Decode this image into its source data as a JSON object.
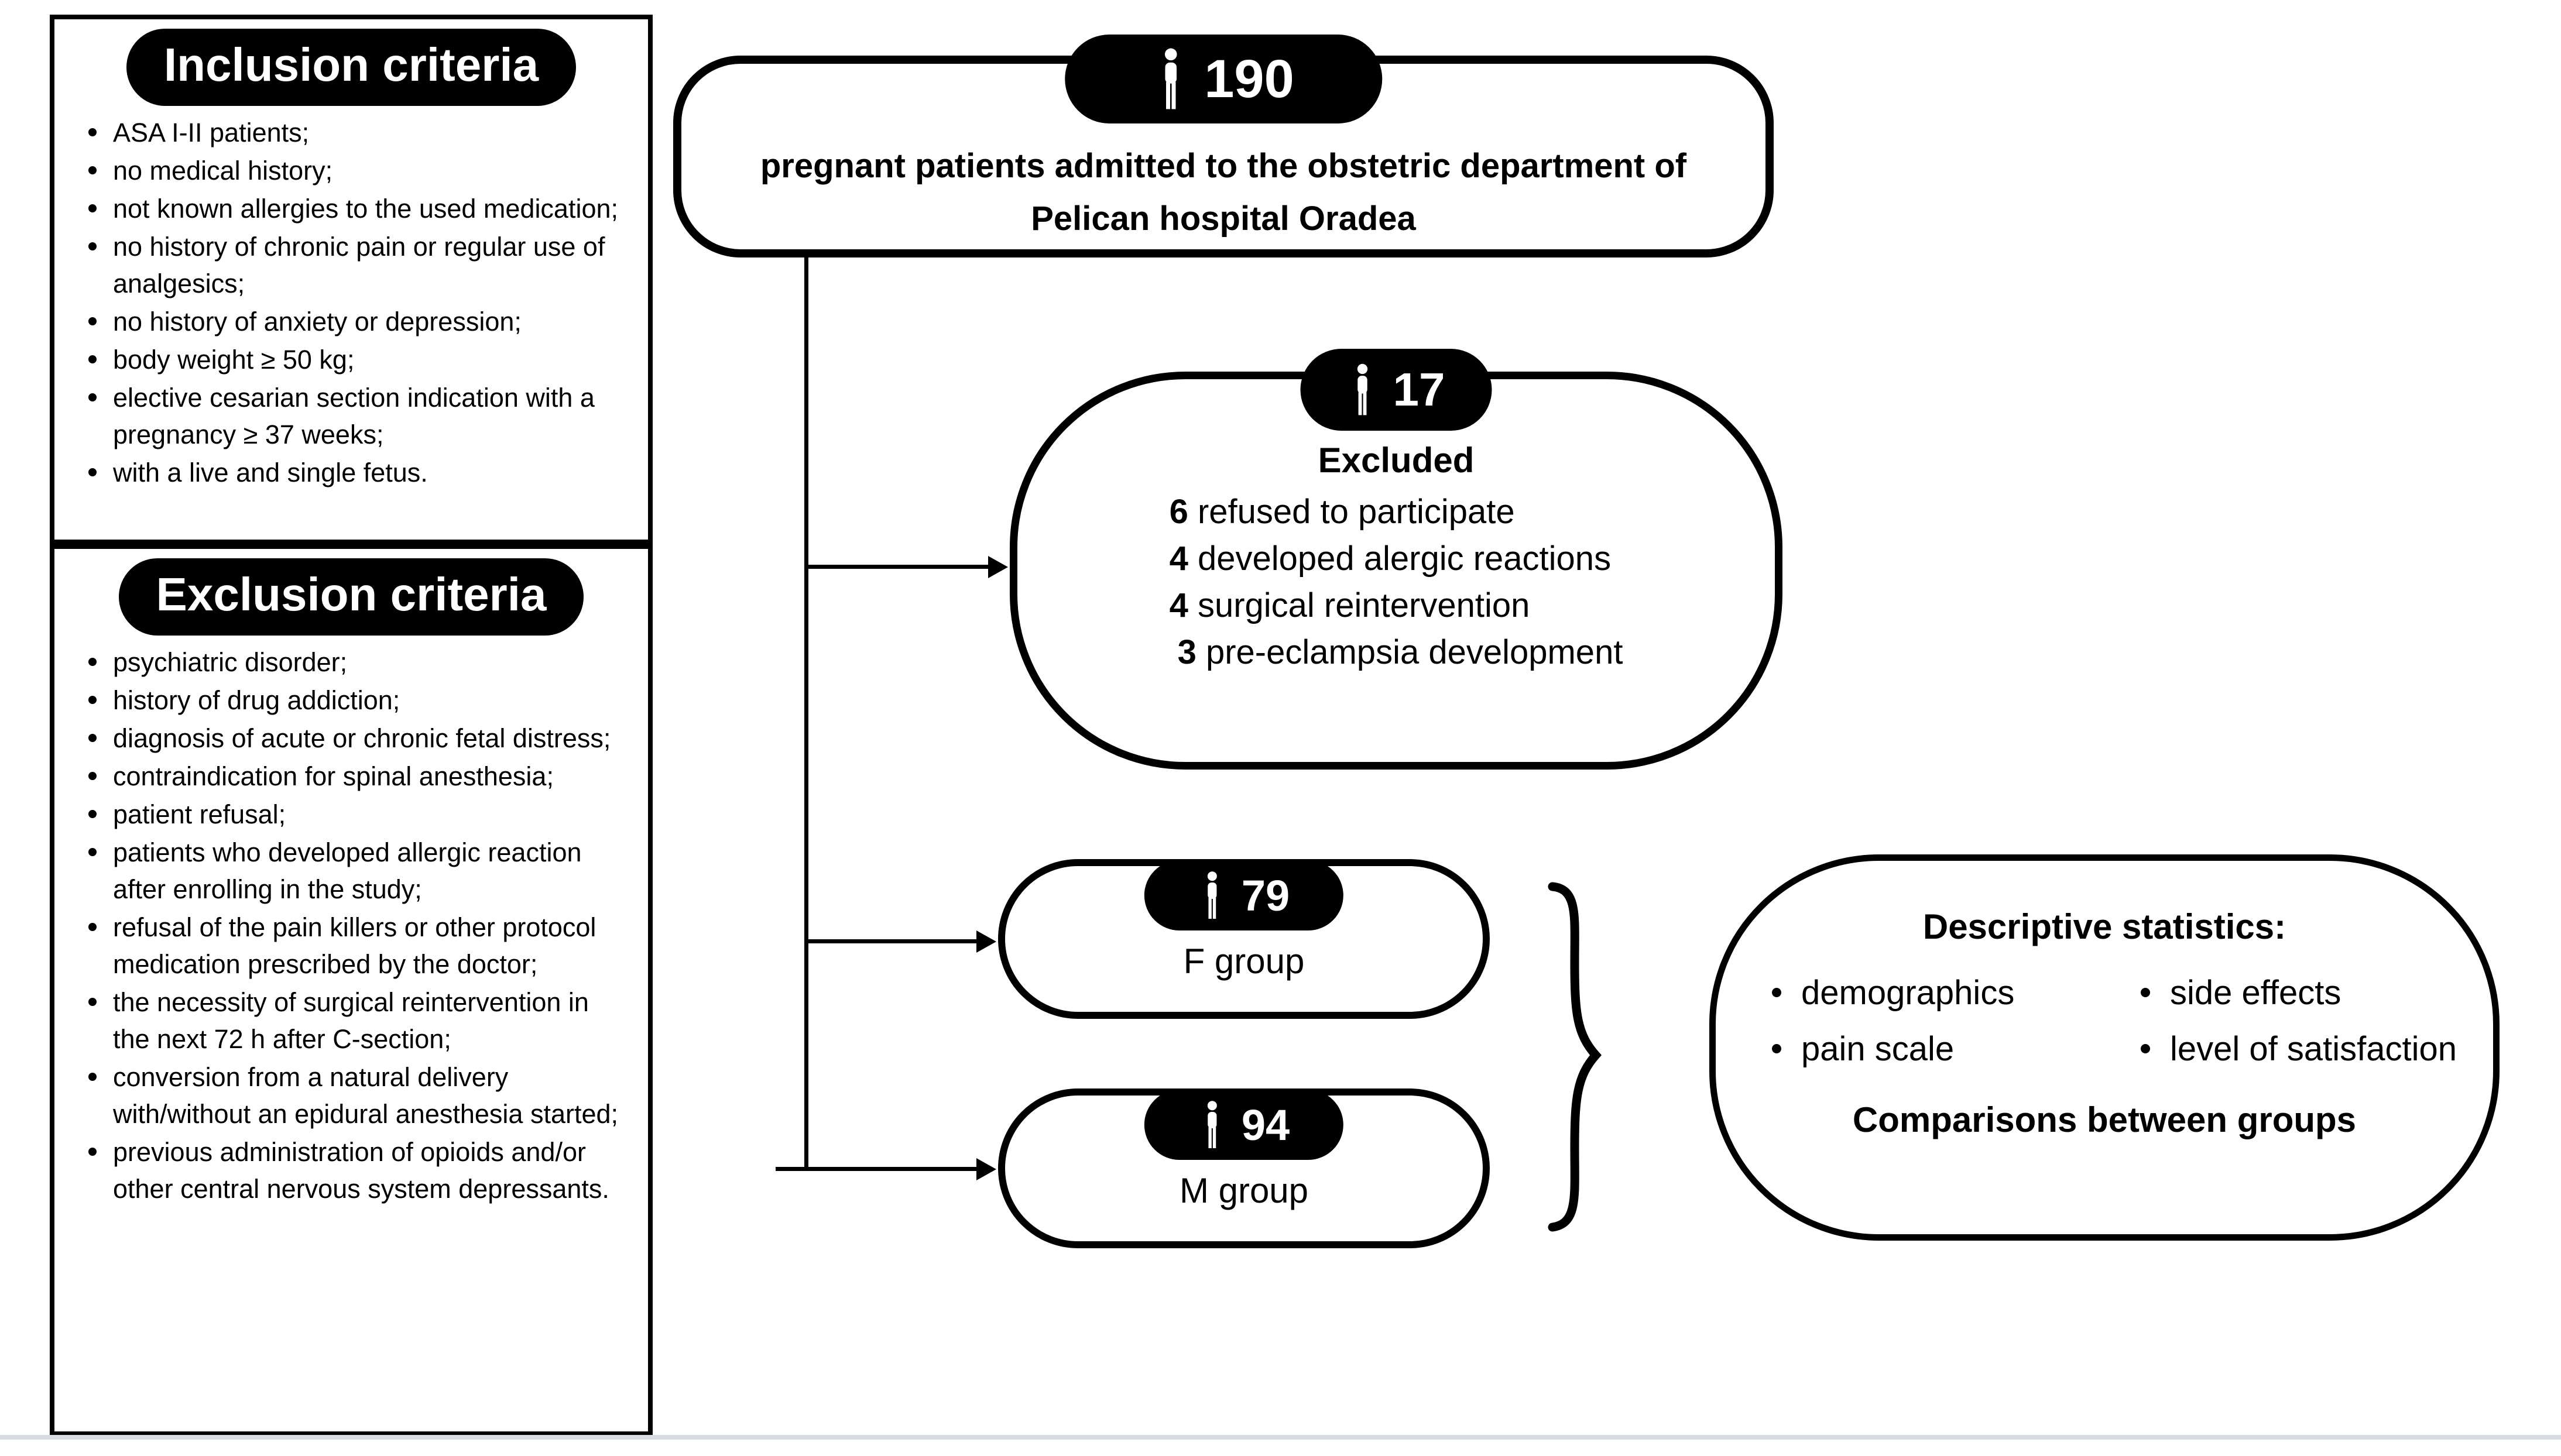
{
  "criteria": {
    "inclusion": {
      "title": "Inclusion criteria",
      "items": [
        "ASA I-II patients;",
        "no medical history;",
        "not known allergies to the used medication;",
        "no history of chronic pain or regular use of analgesics;",
        "no history of anxiety or depression;",
        "body weight ≥ 50 kg;",
        "elective cesarian section indication with a pregnancy ≥ 37 weeks;",
        "with a live and single fetus."
      ]
    },
    "exclusion": {
      "title": "Exclusion criteria",
      "items": [
        "psychiatric disorder;",
        "history of drug addiction;",
        "diagnosis of acute or chronic fetal distress;",
        "contraindication for spinal anesthesia;",
        "patient refusal;",
        "patients who developed allergic reaction after enrolling in the study;",
        "refusal of the pain killers or other protocol medication prescribed by the doctor;",
        "the necessity of surgical reintervention in the next 72 h after C-section;",
        "conversion from a natural delivery with/without an epidural anesthesia started;",
        "previous administration of opioids and/or other central nervous system depressants."
      ]
    }
  },
  "flow": {
    "admitted": {
      "count": "190",
      "text": "pregnant patients admitted to the obstetric department of Pelican hospital Oradea"
    },
    "excluded": {
      "count": "17",
      "title": "Excluded",
      "reasons": [
        {
          "n": "6",
          "text": "refused to participate"
        },
        {
          "n": "4",
          "text": "developed alergic reactions"
        },
        {
          "n": "4",
          "text": "surgical reintervention"
        },
        {
          "n": "3",
          "text": "pre-eclampsia development"
        }
      ]
    },
    "groups": [
      {
        "count": "79",
        "label": "F group"
      },
      {
        "count": "94",
        "label": "M group"
      }
    ],
    "analysis": {
      "title": "Descriptive statistics:",
      "bullets": [
        "demographics",
        "side effects",
        "pain scale",
        "level of satisfaction"
      ],
      "footer": "Comparisons between groups"
    }
  },
  "icons": {
    "count_badge": "person-icon"
  },
  "colors": {
    "ink": "#000000",
    "paper": "#ffffff",
    "bottom_rule": "#d9dde2"
  }
}
